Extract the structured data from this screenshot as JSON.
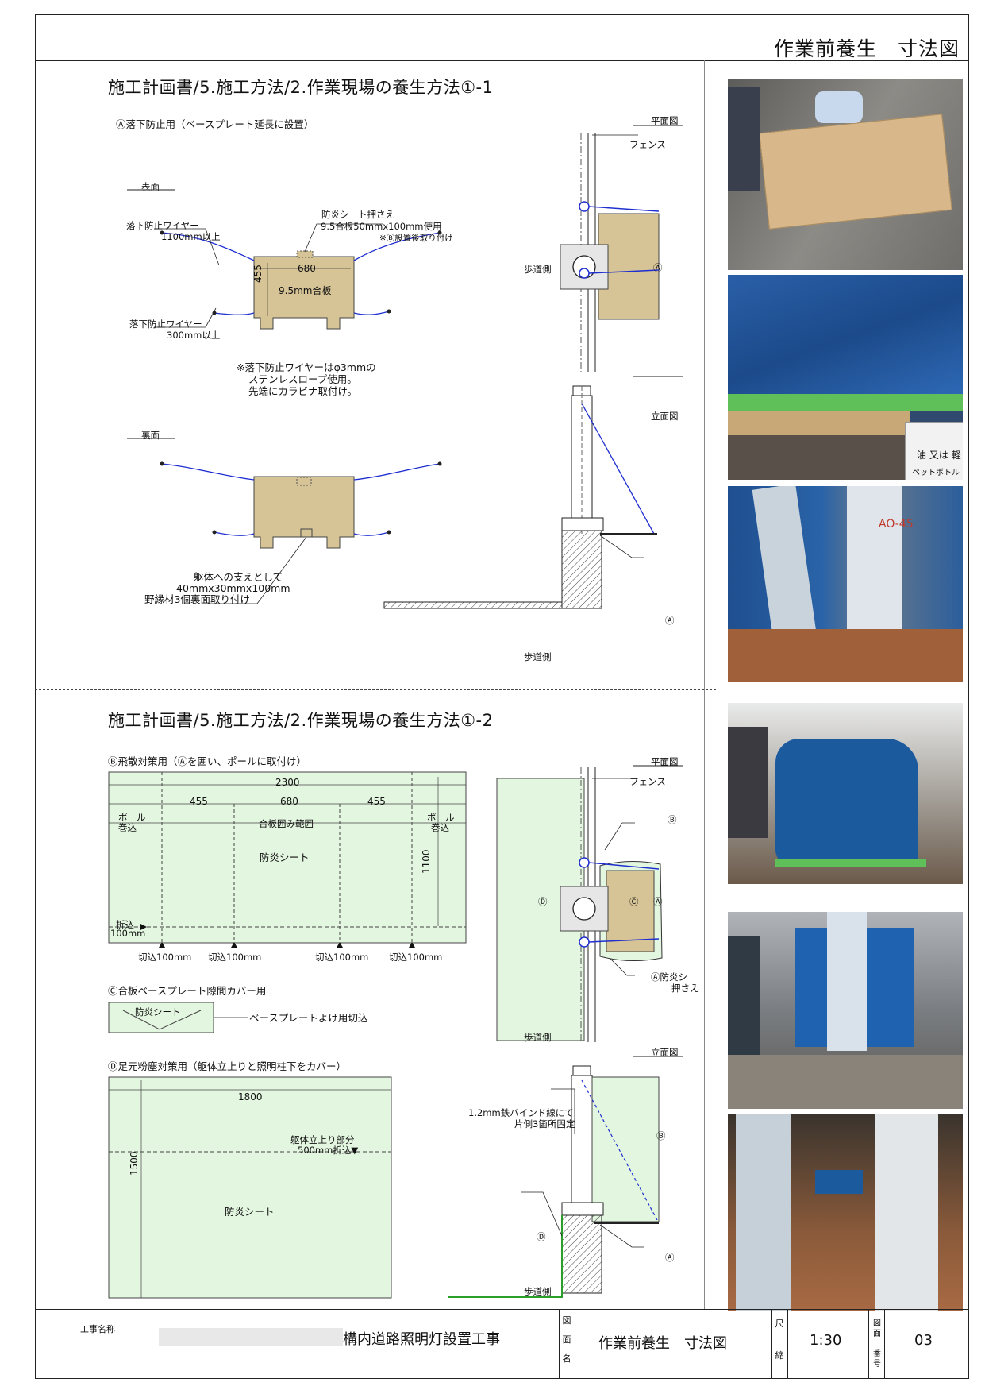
{
  "sheet_title": "作業前養生　寸法図",
  "section1": {
    "title": "施工計画書/5.施工方法/2.作業現場の養生方法①-1",
    "item_a_caption": "Ⓐ落下防止用（ベースプレート延長に設置）",
    "front_label": "表面",
    "back_label": "裏面",
    "wire_long_1": "落下防止ワイヤー",
    "wire_long_2": "1100mm以上",
    "wire_short_1": "落下防止ワイヤー",
    "wire_short_2": "300mm以上",
    "press_1": "防炎シート押さえ",
    "press_2": "9.5合板50mmx100mm使用",
    "press_3": "※Ⓑ設置後取り付け",
    "dim_width": "680",
    "dim_height": "455",
    "board_label": "9.5mm合板",
    "wire_note_1": "※落下防止ワイヤーはφ3mmの",
    "wire_note_2": "ステンレスロープ使用。",
    "wire_note_3": "先端にカラビナ取付け。",
    "support_1": "躯体への支えとして",
    "support_2": "40mmx30mmx100mm",
    "support_3": "野縁材3個裏面取り付け",
    "plan_label": "平面図",
    "fence_label": "フェンス",
    "sidewalk_label": "歩道側",
    "a_mark": "Ⓐ",
    "elev_label": "立面図",
    "elev_sidewalk": "歩道側",
    "elev_a_mark": "Ⓐ"
  },
  "section2": {
    "title": "施工計画書/5.施工方法/2.作業現場の養生方法①-2",
    "item_b_caption": "Ⓑ飛散対策用（Ⓐを囲い、ポールに取付け）",
    "dim_total": "2300",
    "dim_left": "455",
    "dim_mid": "680",
    "dim_right": "455",
    "pole_wrap_l1": "ポール",
    "pole_wrap_l2": "巻込",
    "pole_wrap_r1": "ポール",
    "pole_wrap_r2": "巻込",
    "plywood_range": "合板囲み範囲",
    "sheet_label": "防炎シート",
    "dim_height": "1100",
    "fold_1": "折込",
    "fold_2": "100mm",
    "cuts": [
      "切込100mm",
      "切込100mm",
      "切込100mm",
      "切込100mm"
    ],
    "item_c_caption": "Ⓒ合板ベースプレート隙間カバー用",
    "c_sheet_label": "防炎シート",
    "c_cut_label": "ベースプレートよけ用切込",
    "item_d_caption": "Ⓓ足元粉塵対策用（躯体立上りと照明柱下をカバー）",
    "d_width": "1800",
    "d_height": "1500",
    "d_rise_1": "躯体立上り部分",
    "d_rise_2": "500mm折込▼",
    "d_sheet_label": "防炎シート",
    "plan_label": "平面図",
    "fence_label": "フェンス",
    "b_mark": "Ⓑ",
    "c_mark": "Ⓒ",
    "a_mark": "Ⓐ",
    "d_mark": "Ⓓ",
    "a_press_1": "Ⓐ防炎シ",
    "a_press_2": "押さえ",
    "plan_sidewalk": "歩道側",
    "elev_label": "立面図",
    "bind_1": "1.2mm鉄バインド線にて",
    "bind_2": "片側3箇所固定",
    "elev_b": "Ⓑ",
    "elev_d": "Ⓓ",
    "elev_a": "Ⓐ",
    "elev_sidewalk": "歩道側"
  },
  "photos": {
    "p1": "",
    "p2_sign_1": "油 又は 軽",
    "p2_sign_2": "ペットボトル",
    "p3_mark": "AO-45",
    "p4": "",
    "p5": "",
    "p6": ""
  },
  "title_block": {
    "project_label": "工事名称",
    "project_name": "構内道路照明灯設置工事",
    "drawing_label_1": "図",
    "drawing_label_2": "面",
    "drawing_label_3": "名",
    "drawing_name": "作業前養生　寸法図",
    "scale_label_1": "尺",
    "scale_label_2": "縮",
    "scale": "1:30",
    "number_label_1": "図面",
    "number_label_2": "番号",
    "number": "03"
  },
  "colors": {
    "plywood": "#d6c496",
    "sheet_green": "#e3f6e0",
    "wire_blue": "#1f2fd0",
    "tarp_blue": "#1c5a9e"
  }
}
